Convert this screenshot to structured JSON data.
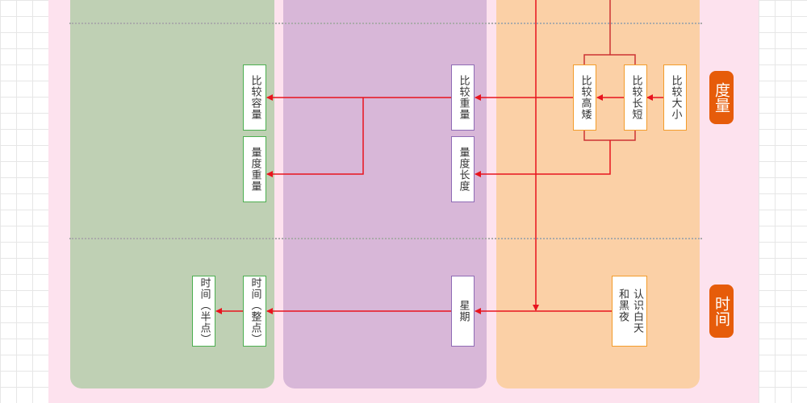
{
  "colors": {
    "panel_bg": "#fde2ee",
    "col_green": "#bfd0b4",
    "col_purple": "#d8b7d8",
    "col_orange": "#fbd0a6",
    "tag_bg": "#e65c0a",
    "arrow": "#e8141e",
    "connector": "#cc3333"
  },
  "tags": {
    "measure": "度量",
    "time": "时间"
  },
  "nodes": {
    "compare_size": "比较大小",
    "compare_length": "比较长短",
    "compare_height": "比较高矮",
    "compare_weight": "比较重量",
    "measure_length": "量度长度",
    "compare_capacity": "比较容量",
    "measure_weight": "量度重量",
    "day_night": "认识白天\n和黑夜",
    "week": "星期",
    "time_hour": "时间（整点）",
    "time_half": "时间（半点）"
  }
}
